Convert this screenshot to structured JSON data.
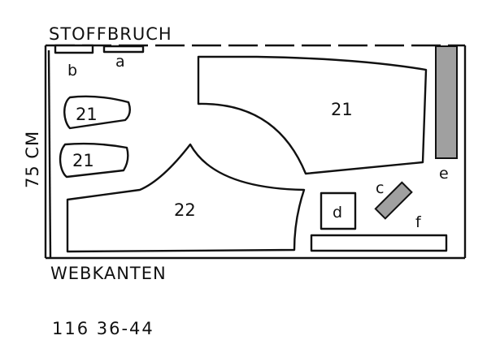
{
  "labels": {
    "fold": "STOFFBRUCH",
    "selvage": "WEBKANTEN",
    "width": "75 CM",
    "pattern_code": "116 36-44"
  },
  "pieces": {
    "p21_large": "21",
    "p21_small_top": "21",
    "p21_small_bottom": "21",
    "p22": "22",
    "a": "a",
    "b": "b",
    "c": "c",
    "d": "d",
    "e": "e",
    "f": "f"
  },
  "colors": {
    "line": "#111111",
    "shaded": "#a0a0a0",
    "background": "#ffffff"
  }
}
